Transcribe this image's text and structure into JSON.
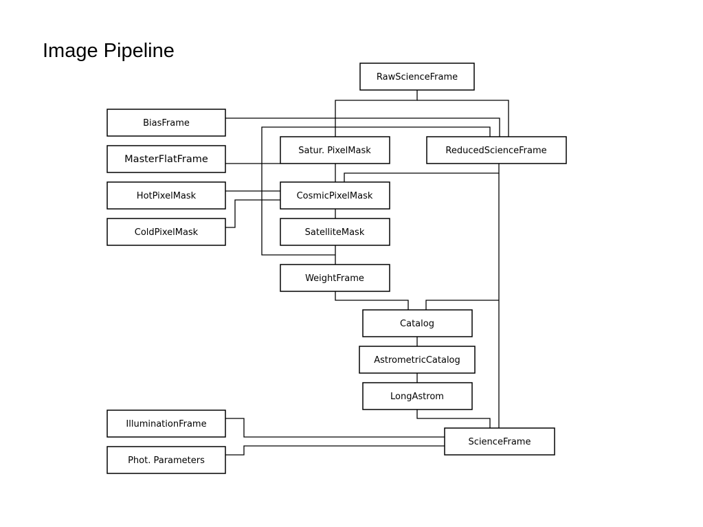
{
  "title": "Image Pipeline",
  "nodes": {
    "raw_science_frame": "RawScienceFrame",
    "bias_frame": "BiasFrame",
    "master_flat_frame": "MasterFlatFrame",
    "hot_pixel_mask": "HotPixelMask",
    "cold_pixel_mask": "ColdPixelMask",
    "satur_pixel_mask": "Satur. PixelMask",
    "reduced_science_frame": "ReducedScienceFrame",
    "cosmic_pixel_mask": "CosmicPixelMask",
    "satellite_mask": "SatelliteMask",
    "weight_frame": "WeightFrame",
    "catalog": "Catalog",
    "astrometric_catalog": "AstrometricCatalog",
    "long_astrom": "LongAstrom",
    "illumination_frame": "IlluminationFrame",
    "phot_parameters": "Phot. Parameters",
    "science_frame": "ScienceFrame"
  }
}
